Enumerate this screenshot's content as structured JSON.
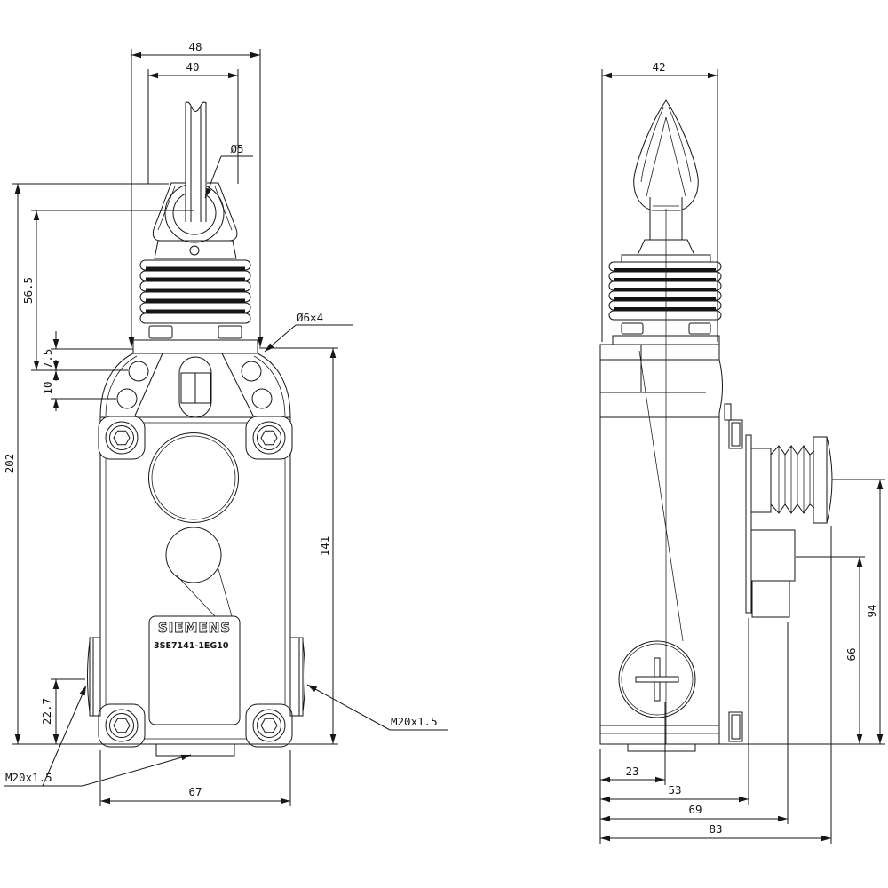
{
  "title": "Siemens cable-operated switch dimension drawing",
  "nameplate": {
    "brand": "SIEMENS",
    "product_code": "3SE7141-1EG10"
  },
  "front_view_dims": {
    "overall_width": "48",
    "lever_width": "40",
    "pulley_bore": "Ø5",
    "pulley_to_body": "56.5",
    "body_top_offset": "7.5",
    "hole_offset": "10",
    "overall_height": "202",
    "mounting_holes": "Ø6×4",
    "body_height": "141",
    "gland_center_height": "22.7",
    "cable_gland_left": "M20x1.5",
    "cable_gland_right": "M20x1.5",
    "body_width": "67"
  },
  "side_view_dims": {
    "head_depth": "42",
    "plunger_center_height": "94",
    "terminal_height": "66",
    "drum_center_offset": "23",
    "flange_depth": "53",
    "block_depth": "69",
    "overall_depth": "83"
  }
}
